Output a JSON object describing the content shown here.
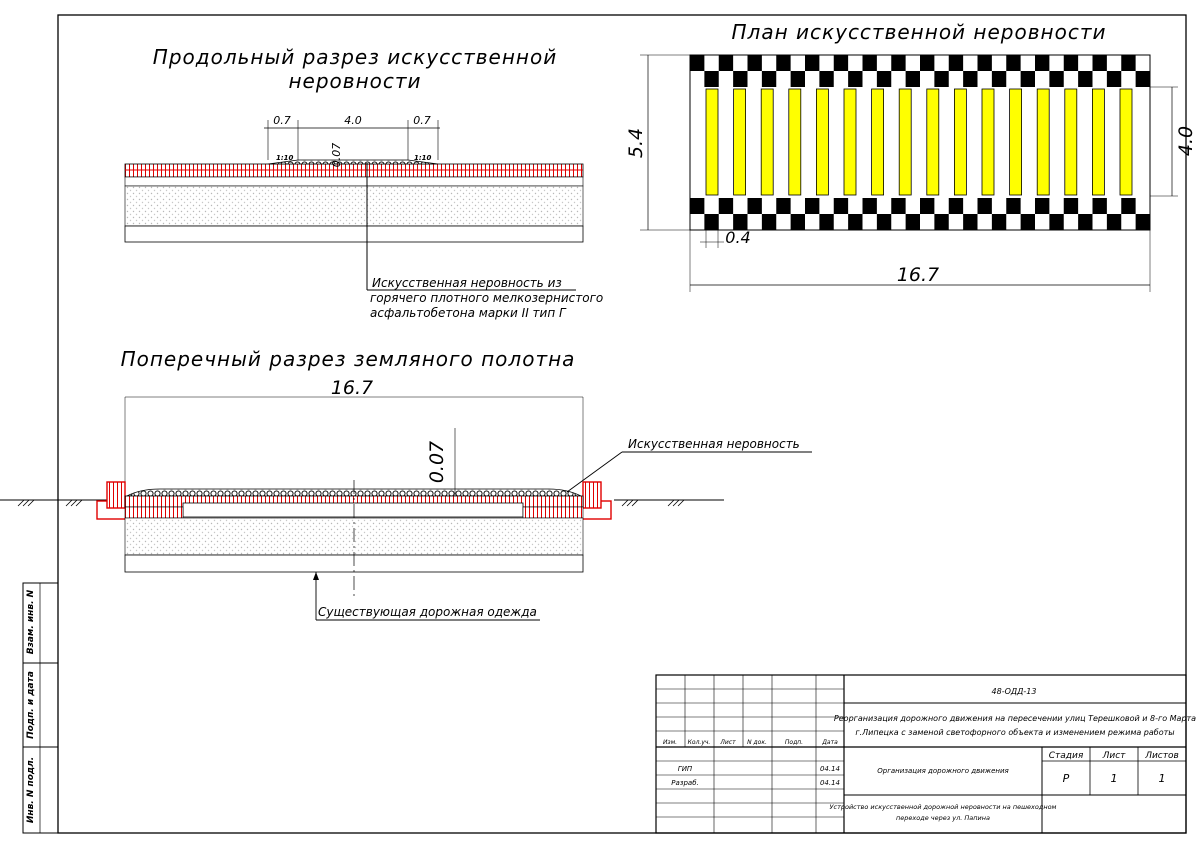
{
  "titles": {
    "longitudinal": [
      "Продольный разрез искусственной",
      "неровности"
    ],
    "plan": "План искусственной неровности",
    "cross": "Поперечный разрез земляного полотна"
  },
  "longitudinal": {
    "dim_left": "0.7",
    "dim_center": "4.0",
    "dim_right": "0.7",
    "dim_height": "0.07",
    "slope_left": "1:10",
    "slope_right": "1:10",
    "callout": [
      "Искусственная неровность из",
      "горячего плотного мелкозернистого",
      "асфальтобетона марки II тип Г"
    ]
  },
  "plan": {
    "dim_width": "5.4",
    "dim_inner": "4.0",
    "dim_stripe": "0.4",
    "dim_length": "16.7",
    "stripe_color": "#ffff00"
  },
  "cross": {
    "dim_length": "16.7",
    "dim_height": "0.07",
    "callout_hump": "Искусственная неровность",
    "callout_pavement": "Существующая дорожная одежда",
    "curb_color": "#e00000"
  },
  "side_stamp": {
    "row1": "Взам. инв. N",
    "row2": "Подп. и дата",
    "row3": "Инв. N подл."
  },
  "title_block": {
    "code": "48-ОДД-13",
    "project_line1": "Реорганизация дорожного движения на пересечении улиц Терешковой и 8-го Марта",
    "project_line2": "г.Липецка с заменой светофорного объекта и изменением режима работы",
    "col_izm": "Изм.",
    "col_kol": "Кол.уч.",
    "col_list": "Лист",
    "col_ndok": "N док.",
    "col_podp": "Подп.",
    "col_data": "Дата",
    "role1": "ГИП",
    "date1": "04.14",
    "role2": "Разраб.",
    "date2": "04.14",
    "section": "Организация дорожного движения",
    "stage_label": "Стадия",
    "sheet_label": "Лист",
    "sheets_label": "Листов",
    "stage": "Р",
    "sheet": "1",
    "sheets": "1",
    "drawing_line1": "Устройство искусственной дорожной неровности на пешеходном",
    "drawing_line2": "переходе через ул. Папина"
  }
}
